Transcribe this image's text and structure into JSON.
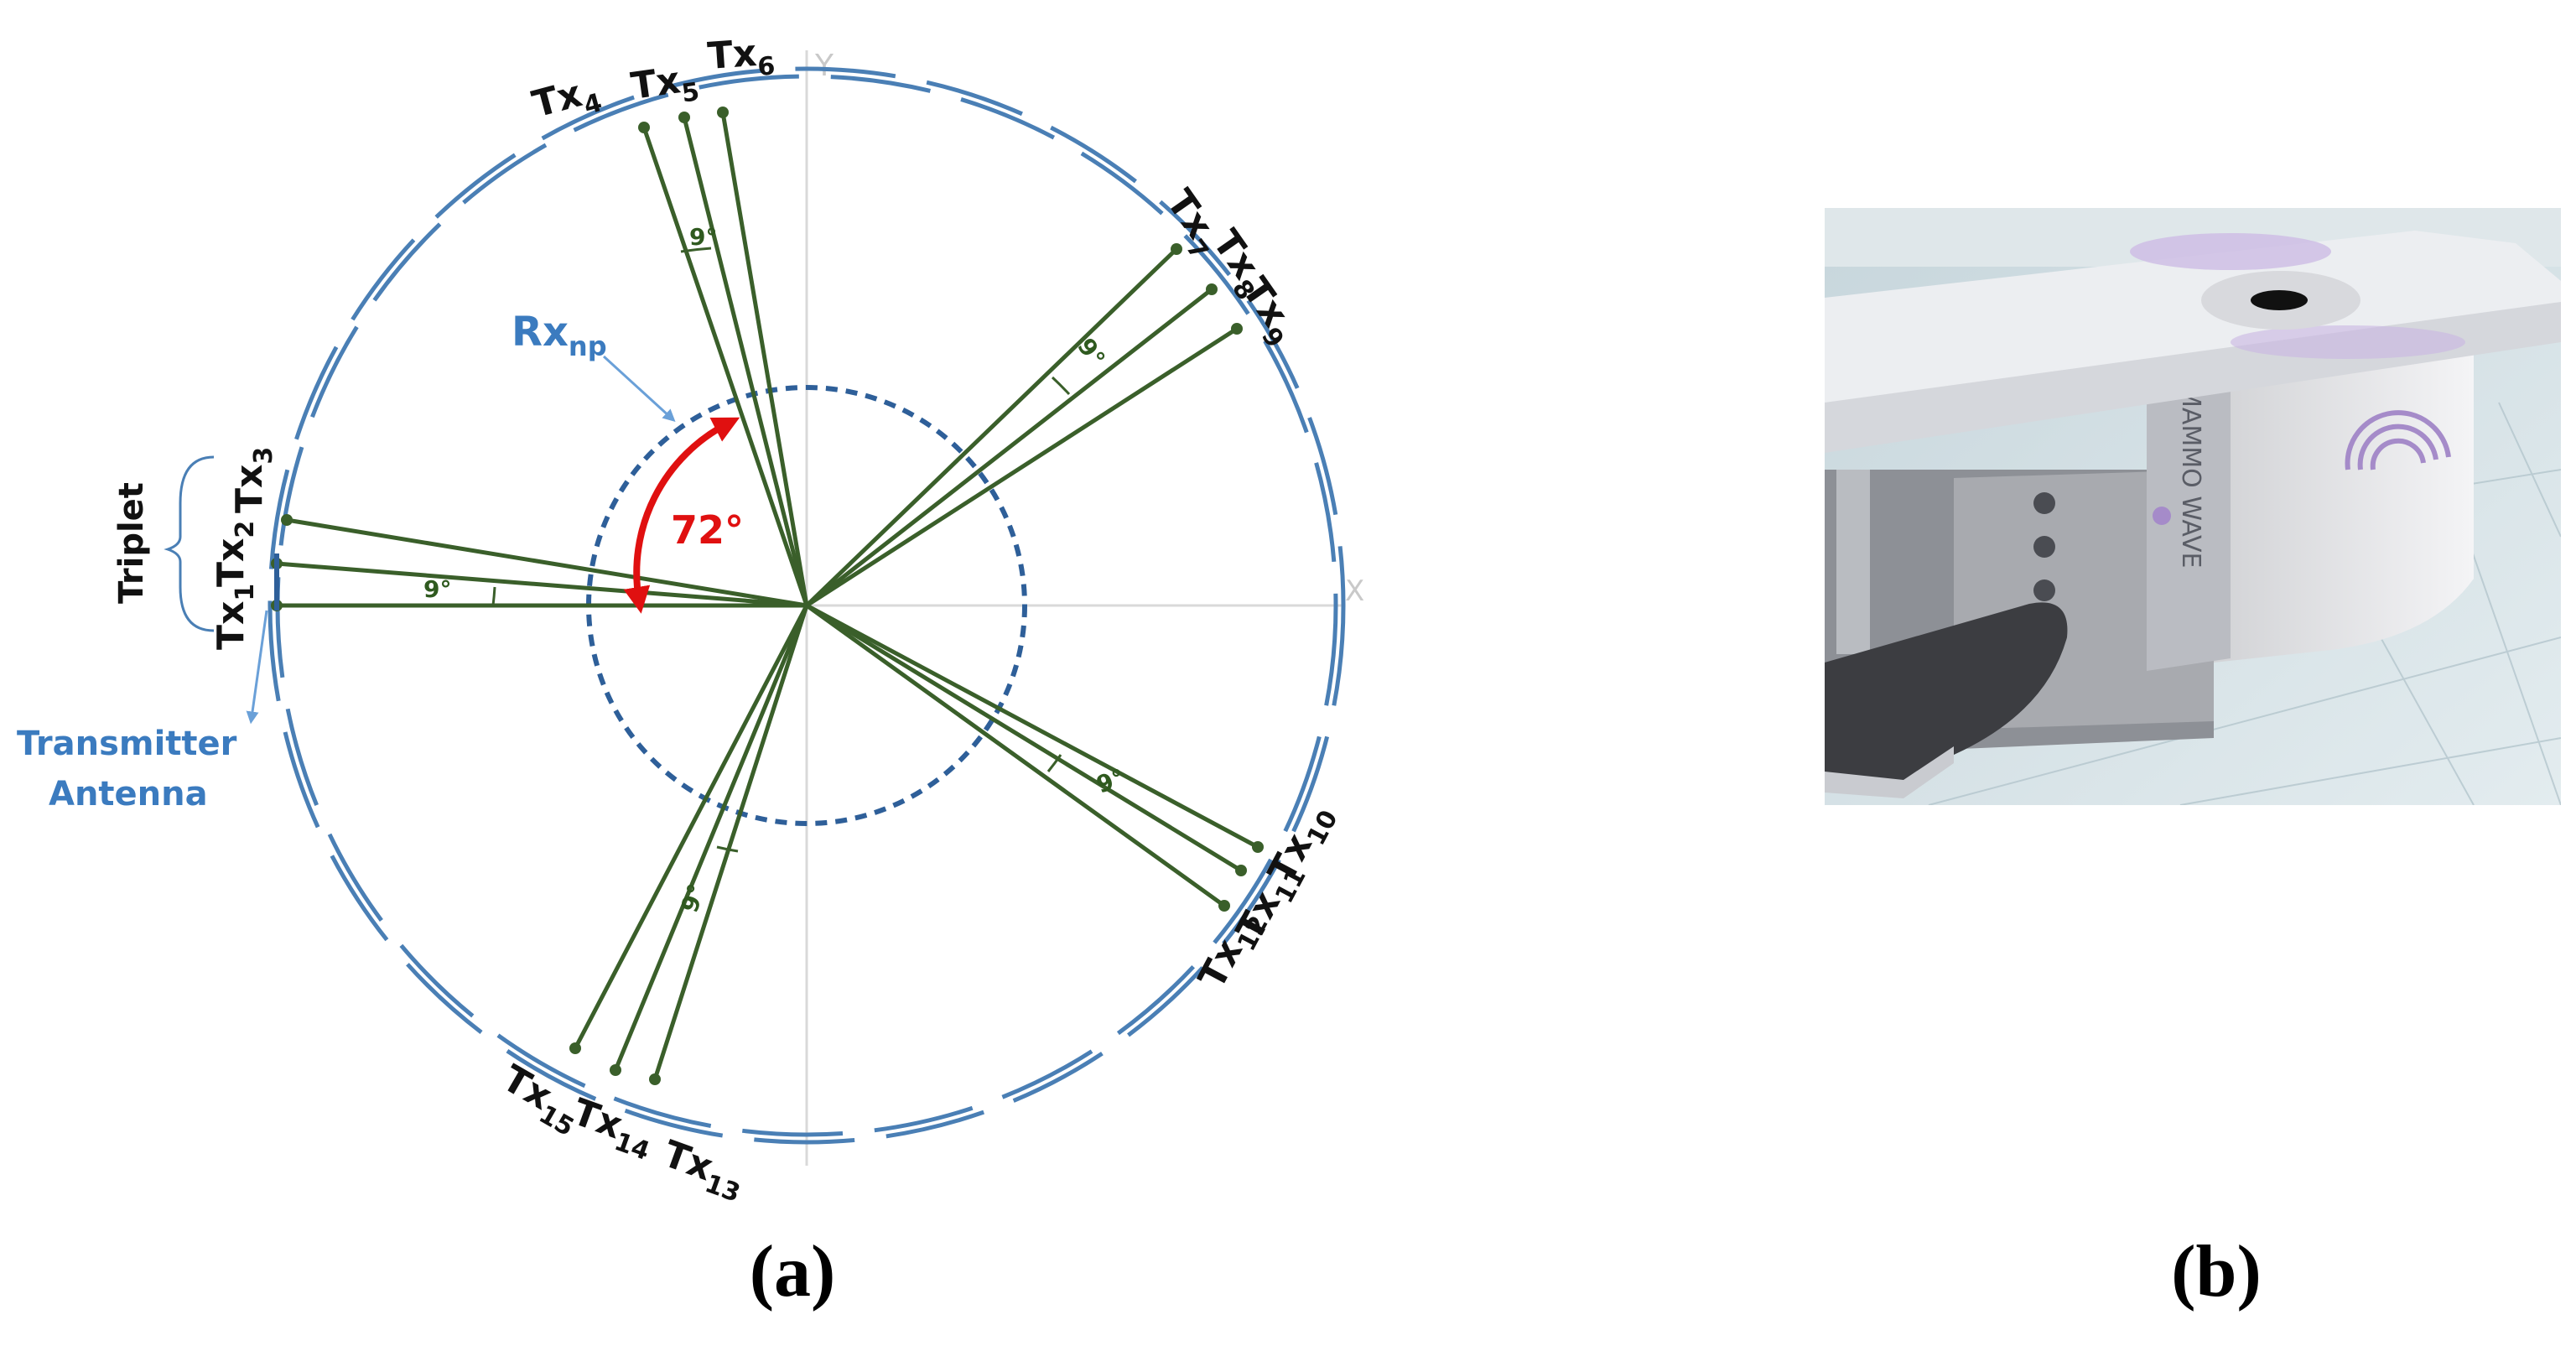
{
  "panel_a": {
    "axis_y": "Y",
    "axis_x": "X",
    "rx_label": "Rx",
    "rx_sub": "np",
    "angle_big": "72°",
    "angle_small": "9°",
    "triplet_label": "Triplet",
    "transmitter_label_line1": "Transmitter",
    "transmitter_label_line2": "Antenna",
    "tx_prefix": "Tx",
    "tx_subs": [
      "1",
      "2",
      "3",
      "4",
      "5",
      "6",
      "7",
      "8",
      "9",
      "10",
      "11",
      "12",
      "13",
      "14",
      "15"
    ],
    "caption": "(a)"
  },
  "panel_b": {
    "device_text": "MAMMO WAVE",
    "caption": "(b)"
  },
  "colors": {
    "ring": "#4a7fb5",
    "inner_circle": "#2e5f99",
    "green_line": "#3a5f2a",
    "arrow_red": "#e01010",
    "label_blue": "#3b7bbf"
  }
}
